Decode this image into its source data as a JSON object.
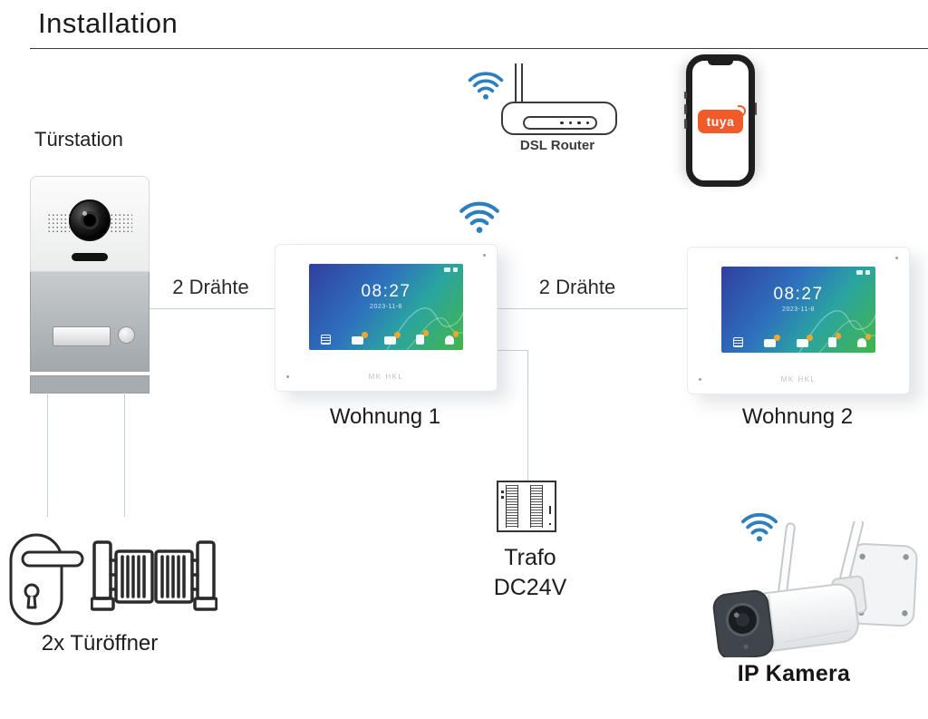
{
  "page": {
    "title": "Installation"
  },
  "router": {
    "label": "DSL Router"
  },
  "phone": {
    "app_logo_text": "tuya"
  },
  "door_station": {
    "label": "Türstation"
  },
  "connections": {
    "wire_left_label": "2 Drähte",
    "wire_right_label": "2 Drähte"
  },
  "monitor1": {
    "label": "Wohnung 1",
    "time": "08:27",
    "date": "2023-11-8",
    "brand": "MK HKL"
  },
  "monitor2": {
    "label": "Wohnung 2",
    "time": "08:27",
    "date": "2023-11-8",
    "brand": "MK HKL"
  },
  "trafo": {
    "label_line1": "Trafo",
    "label_line2": "DC24V"
  },
  "door_opener": {
    "label": "2x Türöffner"
  },
  "ip_camera": {
    "label": "IP Kamera"
  },
  "colors": {
    "wifi_blue": "#2e7fc0",
    "tuya_orange": "#f15a29",
    "badge_orange": "#efa62b",
    "wire_gray": "#c6cfd6",
    "screen_blue": "#303f9f",
    "screen_teal": "#2aa4a0",
    "screen_green": "#43b649"
  }
}
